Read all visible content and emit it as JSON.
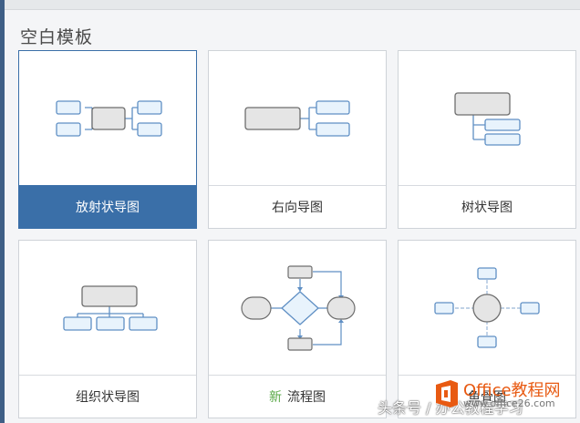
{
  "section_title": "空白模板",
  "templates": [
    {
      "label": "放射状导图",
      "selected": true
    },
    {
      "label": "右向导图",
      "selected": false
    },
    {
      "label": "树状导图",
      "selected": false
    },
    {
      "label": "组织状导图",
      "selected": false
    },
    {
      "label": "流程图",
      "tag": "新",
      "selected": false
    },
    {
      "label": "鱼骨图",
      "selected": false
    }
  ],
  "watermark": {
    "caption": "头条号 / 办公教程学习",
    "brand": "Office教程网",
    "url": "www.office26.com"
  },
  "colors": {
    "accent": "#3a6fa8",
    "node_fill": "#e8f3fc",
    "node_stroke": "#5f8fc4",
    "center_fill": "#e5e5e5",
    "center_stroke": "#6d6d6d",
    "new_tag": "#5aa948"
  }
}
